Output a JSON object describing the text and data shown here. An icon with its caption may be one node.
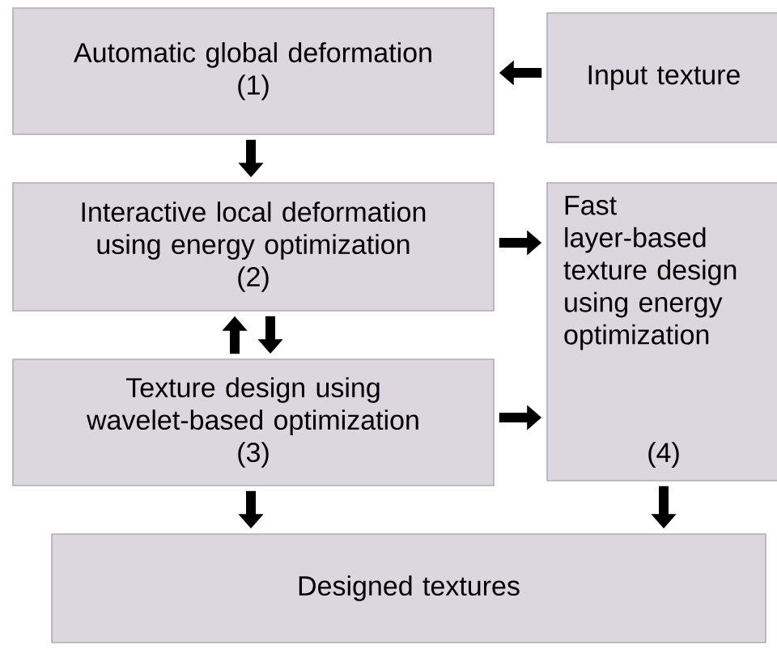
{
  "diagram": {
    "nodes": [
      {
        "text": [
          "Automatic global deformation",
          "(1)"
        ]
      },
      {
        "text": [
          "Input texture"
        ]
      },
      {
        "text": [
          "Interactive local deformation using energy optimization",
          "(2)"
        ]
      },
      {
        "text": [
          "Fast layer-based texture design using energy optimization",
          "(4)"
        ]
      },
      {
        "text": [
          "Texture design using wavelet-based optimization",
          "(3)"
        ]
      },
      {
        "text": [
          "Designed textures"
        ]
      }
    ],
    "edges": [
      {
        "from": 1,
        "to": 0,
        "arrow": "to"
      },
      {
        "from": 0,
        "to": 2,
        "arrow": "to"
      },
      {
        "from": 2,
        "to": 3,
        "arrow": "to"
      },
      {
        "from": 4,
        "to": 2,
        "arrow": "to"
      },
      {
        "from": 2,
        "to": 4,
        "arrow": "to"
      },
      {
        "from": 4,
        "to": 3,
        "arrow": "to"
      },
      {
        "from": 4,
        "to": 5,
        "arrow": "to"
      },
      {
        "from": 3,
        "to": 5,
        "arrow": "to"
      }
    ]
  }
}
